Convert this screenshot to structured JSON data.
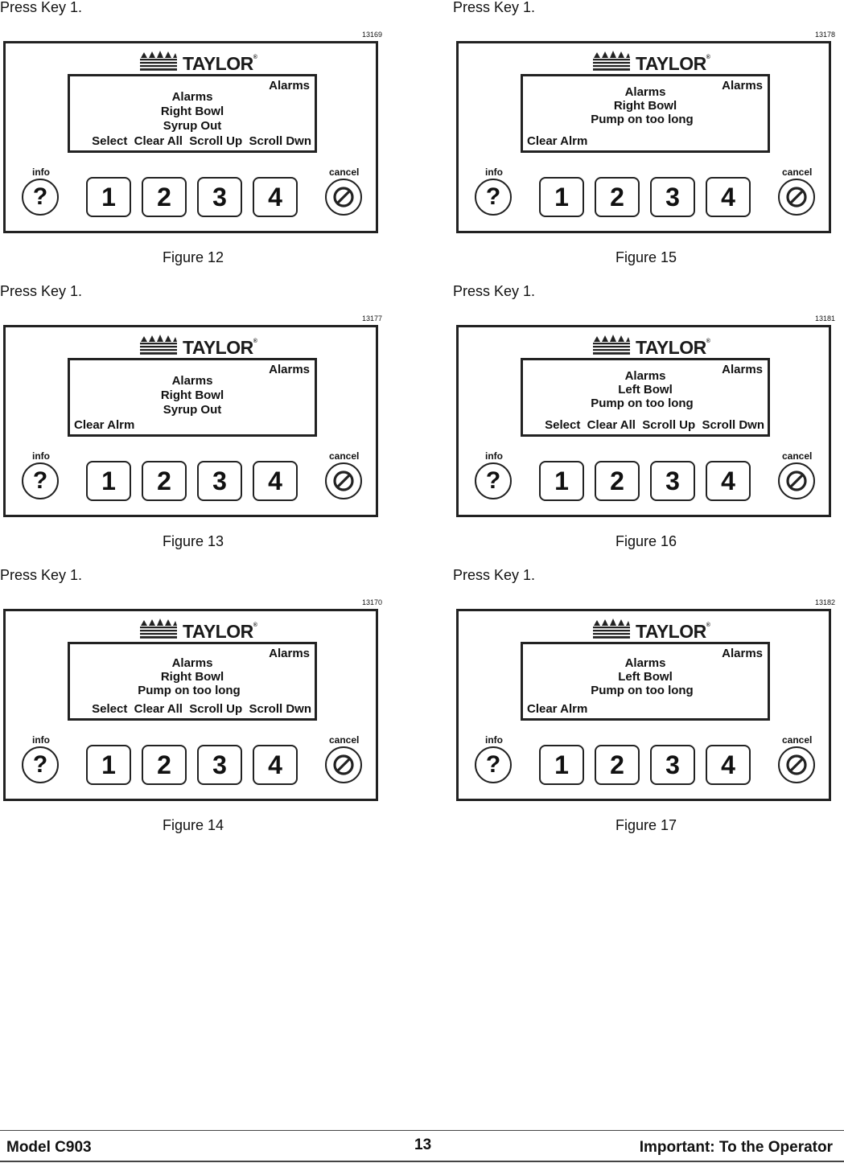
{
  "figures": [
    {
      "press": "Press Key 1.",
      "code": "13169",
      "caption": "Figure 12",
      "title": "Alarms",
      "lines": [
        "Alarms",
        "Right Bowl",
        "Syrup Out"
      ],
      "bottom": "Select  Clear All  Scroll Up  Scroll Dwn",
      "softkeys": true
    },
    {
      "press": "Press Key 1.",
      "code": "13178",
      "caption": "Figure 15",
      "title": "Alarms",
      "lines": [
        "Alarms",
        "Right Bowl",
        "Pump on too long"
      ],
      "bottom": "Clear Alrm",
      "softkeys": false
    },
    {
      "press": "Press Key 1.",
      "code": "13177",
      "caption": "Figure 13",
      "title": "Alarms",
      "lines": [
        "Alarms",
        "Right Bowl",
        "Syrup Out"
      ],
      "bottom": "Clear Alrm",
      "softkeys": false
    },
    {
      "press": "Press Key 1.",
      "code": "13181",
      "caption": "Figure 16",
      "title": "Alarms",
      "lines": [
        "Alarms",
        "Left Bowl",
        "Pump on too long"
      ],
      "bottom": "Select  Clear All  Scroll Up  Scroll Dwn",
      "softkeys": true
    },
    {
      "press": "Press Key 1.",
      "code": "13170",
      "caption": "Figure 14",
      "title": "Alarms",
      "lines": [
        "Alarms",
        "Right Bowl",
        "Pump on too long"
      ],
      "bottom": "Select  Clear All  Scroll Up  Scroll Dwn",
      "softkeys": true
    },
    {
      "press": "Press Key 1.",
      "code": "13182",
      "caption": "Figure 17",
      "title": "Alarms",
      "lines": [
        "Alarms",
        "Left Bowl",
        "Pump on too long"
      ],
      "bottom": "Clear Alrm",
      "softkeys": false
    }
  ],
  "panel": {
    "brand": "TAYLOR",
    "reg": "®",
    "info_label": "info",
    "cancel_label": "cancel",
    "info_symbol": "?",
    "keys": [
      "1",
      "2",
      "3",
      "4"
    ]
  },
  "footer": {
    "left": "Model C903",
    "page": "13",
    "right": "Important: To the Operator"
  }
}
